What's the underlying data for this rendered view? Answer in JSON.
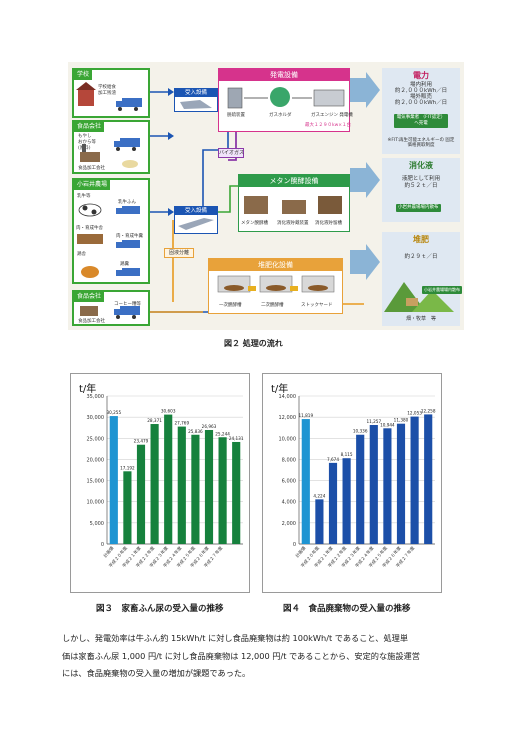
{
  "figure2": {
    "caption": "図２ 処理の流れ",
    "sources": {
      "school": {
        "title": "学校",
        "lines": [
          "学校給食",
          "加工残渣"
        ]
      },
      "food_company1": {
        "title": "食品会社",
        "lines": [
          "もやし",
          "おから等",
          "(原料)"
        ],
        "footer": "食品加工会社"
      },
      "koiwai": {
        "title": "小岩井農場",
        "items": [
          "乳牛等",
          "肉・育成牛舎",
          "鶏舎"
        ],
        "truck_labels": [
          "乳牛ふん",
          "肉・育成牛糞",
          "鶏糞"
        ]
      },
      "food_company2": {
        "title": "食品会社",
        "truck_label": "コーヒー糟等",
        "footer": "食品加工会社"
      }
    },
    "intake_top": "受入設備",
    "intake_mid": "受入設備",
    "solid_separation": "固液分離",
    "gas_pipe_label": "バイオガス",
    "power_plant": {
      "title": "発電設備",
      "items": [
        "脱硫装置",
        "ガスホルダ",
        "ガスエンジン 発電機"
      ],
      "spec": "最大１２９０kw×１台"
    },
    "methane": {
      "title": "メタン醗酵設備",
      "items": [
        "メタン醗酵槽",
        "消化液貯蔵装置",
        "消化液貯留槽"
      ]
    },
    "compost_facility": {
      "title": "堆肥化設備",
      "items": [
        "一次醗酵槽",
        "二次醗酵槽",
        "ストックヤード"
      ]
    },
    "outputs": {
      "electric": {
        "title": "電力",
        "lines": [
          "場内利用",
          "約２,０００kWh／日",
          "場外販売",
          "約２,０００kWh／日"
        ],
        "badge": "電気事業者 （FIT認定） へ売電",
        "note": "※FIT:再生可能エネルギーの 固定価格買取制度"
      },
      "digestate": {
        "title": "消化液",
        "lines": [
          "液肥として利用",
          "約５２ｔ／日"
        ],
        "badge": "小岩井農場場内散布"
      },
      "compost": {
        "title": "堆肥",
        "lines": [
          "約２９ｔ／日"
        ],
        "badge": "小岩井農場場内散布",
        "field_label": "畑・牧草　等"
      }
    }
  },
  "figure3": {
    "caption": "図３　家畜ふん尿の受入量の推移",
    "unit": "t/年",
    "chart_data": {
      "type": "bar",
      "ylim": [
        0,
        35000
      ],
      "yticks": [
        0,
        5000,
        10000,
        15000,
        20000,
        25000,
        30000,
        35000
      ],
      "ytick_labels": [
        "0",
        "5,000",
        "10,000",
        "15,000",
        "20,000",
        "25,000",
        "30,000",
        "35,000"
      ],
      "categories": [
        "計画値",
        "平成２０年度",
        "平成２１年度",
        "平成２２年度",
        "平成２３年度",
        "平成２４年度",
        "平成２５年度",
        "平成２６年度",
        "平成２７年度"
      ],
      "values": [
        30255,
        17192,
        23479,
        28371,
        30603,
        27769,
        25836,
        26963,
        25244,
        24131
      ],
      "value_labels": [
        "30,255",
        "17,192",
        "23,479",
        "28,371",
        "30,603",
        "27,769",
        "25,836",
        "26,963",
        "25,244",
        "24,131"
      ],
      "colors": [
        "#1e94d2",
        "#16813d"
      ]
    }
  },
  "figure4": {
    "caption": "図４　食品廃棄物の受入量の推移",
    "unit": "t/年",
    "chart_data": {
      "type": "bar",
      "ylim": [
        0,
        14000
      ],
      "yticks": [
        0,
        2000,
        4000,
        6000,
        8000,
        10000,
        12000,
        14000
      ],
      "ytick_labels": [
        "0",
        "2,000",
        "4,000",
        "6,000",
        "8,000",
        "10,000",
        "12,000",
        "14,000"
      ],
      "categories": [
        "計画値",
        "平成２０年度",
        "平成２１年度",
        "平成２２年度",
        "平成２３年度",
        "平成２４年度",
        "平成２５年度",
        "平成２６年度",
        "平成２７年度"
      ],
      "values": [
        11819,
        4224,
        7674,
        8115,
        10336,
        11257,
        10944,
        11380,
        12053,
        12258
      ],
      "value_labels": [
        "11,819",
        "4,224",
        "7,674",
        "8,115",
        "10,336",
        "11,257",
        "10,944",
        "11,380",
        "12,053",
        "12,258"
      ],
      "colors": [
        "#1e94d2",
        "#1c4fa8"
      ]
    }
  },
  "body_text": {
    "line1": "しかし、発電効率は牛ふん約 15kWh/t に対し食品廃棄物は約 100kWh/t であること、処理単",
    "line2": "価は家畜ふん尿 1,000 円/t に対し食品廃棄物は 12,000 円/t であることから、安定的な施設運営",
    "line3": "には、食品廃棄物の受入量の増加が課題であった。"
  }
}
